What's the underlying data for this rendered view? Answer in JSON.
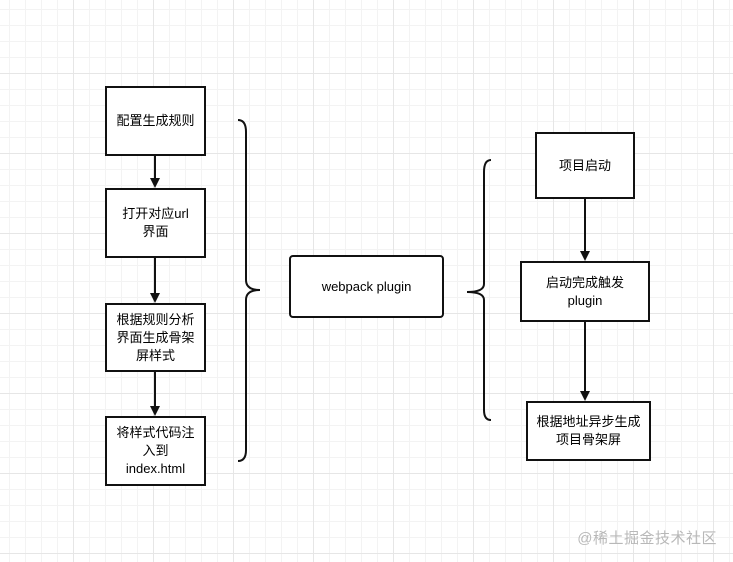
{
  "left_flow": {
    "steps": [
      "配置生成规则",
      "打开对应url\n界面",
      "根据规则分析\n界面生成骨架\n屏样式",
      "将样式代码注\n入到\nindex.html"
    ]
  },
  "center": {
    "label": "webpack plugin"
  },
  "right_flow": {
    "steps": [
      "项目启动",
      "启动完成触发\nplugin",
      "根据地址异步生成\n项目骨架屏"
    ]
  },
  "watermark": "@稀土掘金技术社区"
}
